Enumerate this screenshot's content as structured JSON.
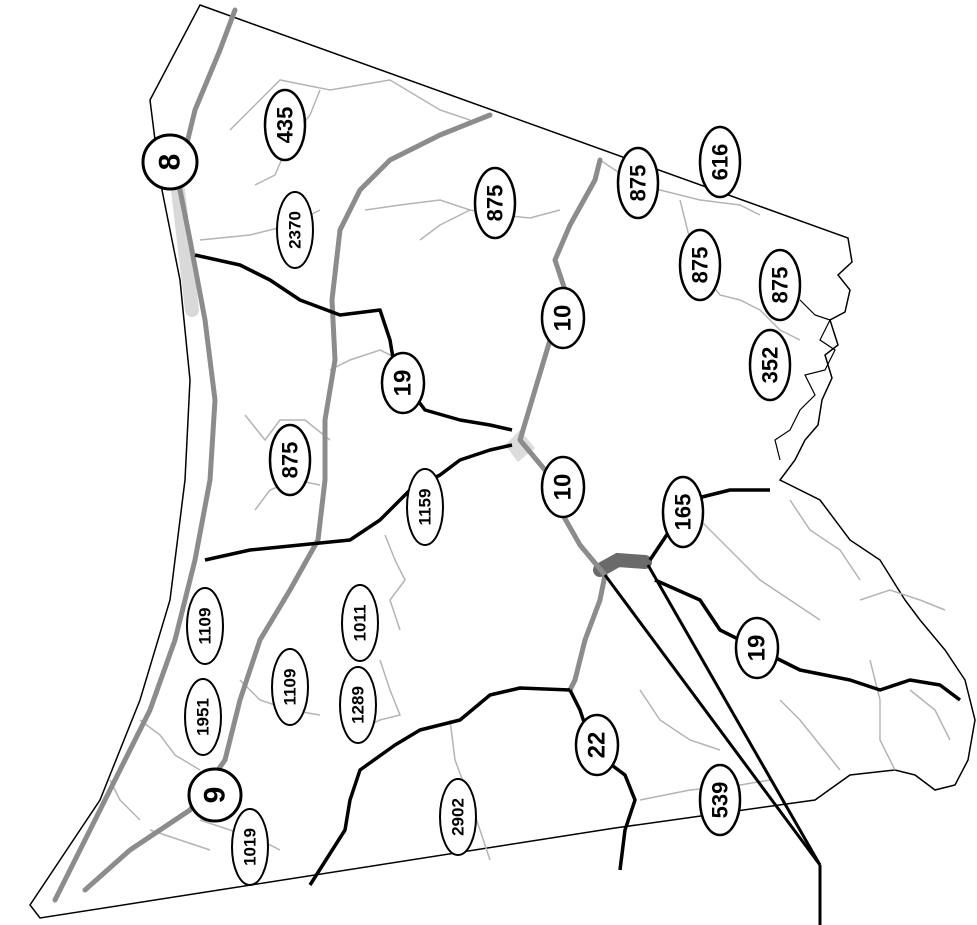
{
  "map": {
    "colors": {
      "background": "#ffffff",
      "major_road": "#8c8c8c",
      "county_line": "#000000",
      "minor_road": "#b4b4b4",
      "highlight": "#6a6a6a"
    },
    "labels": {
      "r8": "8",
      "r9": "9",
      "r10_a": "10",
      "r10_b": "10",
      "r19_a": "19",
      "r19_b": "19",
      "r22": "22",
      "r165": "165",
      "r352": "352",
      "r435": "435",
      "r539": "539",
      "r616": "616",
      "r875_a": "875",
      "r875_b": "875",
      "r875_c": "875",
      "r875_d": "875",
      "r875_e": "875",
      "r1011": "1011",
      "r1019": "1019",
      "r1109_a": "1109",
      "r1109_b": "1109",
      "r1159": "1159",
      "r1289": "1289",
      "r1951": "1951",
      "r2370": "2370",
      "r2902": "2902"
    }
  }
}
